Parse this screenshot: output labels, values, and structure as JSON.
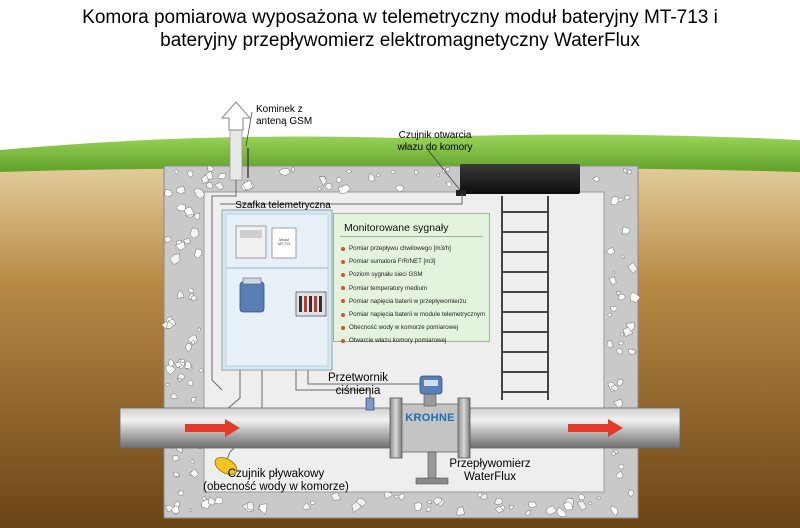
{
  "title": {
    "line1": "Komora pomiarowa wyposażona w telemetryczny moduł bateryjny MT-713 i",
    "line2": "bateryjny przepływomierz elektromagnetyczny WaterFlux"
  },
  "labels": {
    "chimney": [
      "Kominek z",
      "anteną GSM"
    ],
    "hatch_sensor": [
      "Czujnik otwarcia",
      "włazu do komory"
    ],
    "cabinet": "Szafka telemetryczna",
    "pressure_transmitter": [
      "Przetwornik",
      "ciśnienia"
    ],
    "float_sensor": [
      "Czujnik pływakowy",
      "(obecność wody w komorze)"
    ],
    "flowmeter": [
      "Przepływomierz",
      "WaterFlux"
    ],
    "brand": "KROHNE",
    "module_tag": [
      "Moduł",
      "MT-713"
    ]
  },
  "monitoring": {
    "title": "Monitorowane sygnały",
    "items": [
      "Pomiar przepływu chwilowego [m3/h]",
      "Pomiar sumatora F/R/NET [m3]",
      "Poziom sygnału sieci GSM",
      "Pomiar temperatury medium",
      "Pomiar napięcia baterii w przepływomierzu",
      "Pomiar napięcia baterii w module telemetrycznym",
      "Obecność wody w komorze pomiarowej",
      "Otwarcie włazu komory pomiarowej"
    ]
  },
  "colors": {
    "sky": "#ffffff",
    "grass": "#7fbe3a",
    "soil": "#8a5a22",
    "concrete": "#c9c9c9",
    "chamber_inner": "#eeeeee",
    "pipe": "#a9a9a9",
    "flow_arrow": "#e23a2a",
    "panel_bg": "#e3f3de",
    "bullet": "#e24a3a",
    "brand": "#1f6fb0"
  }
}
